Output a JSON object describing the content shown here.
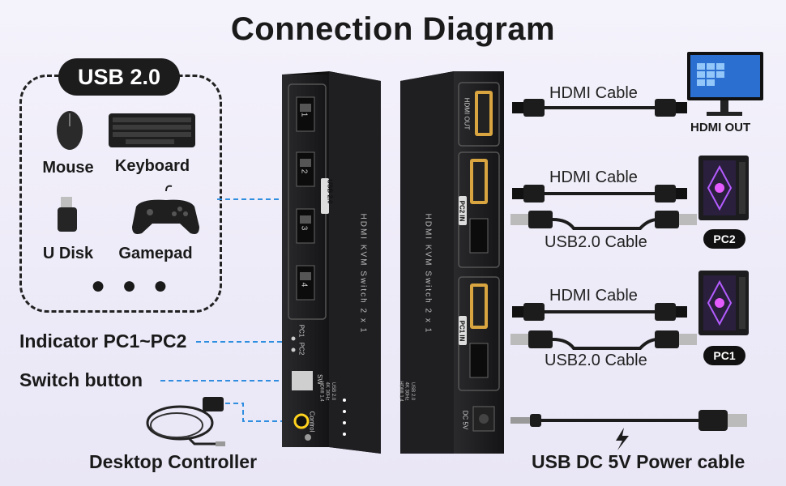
{
  "title": "Connection Diagram",
  "usb_group": {
    "badge": "USB 2.0",
    "devices": [
      {
        "label": "Mouse",
        "icon": "mouse-icon"
      },
      {
        "label": "Keyboard",
        "icon": "keyboard-icon"
      },
      {
        "label": "U Disk",
        "icon": "usb-disk-icon"
      },
      {
        "label": "Gamepad",
        "icon": "gamepad-icon"
      }
    ],
    "more": "● ● ●"
  },
  "left_labels": {
    "indicator": "Indicator PC1~PC2",
    "switch": "Switch button",
    "controller": "Desktop Controller"
  },
  "front_panel": {
    "device_name": "HDMI KVM Switch 2 x 1",
    "usb_label": "USB 2.0",
    "port_numbers": [
      "1",
      "2",
      "3",
      "4"
    ],
    "pc1_led": "PC1",
    "pc2_led": "PC2",
    "sw_label": "SW",
    "control_label": "Control",
    "spec_lines": [
      "USB 2.0",
      "4K 30Hz",
      "HDMI 1.4"
    ]
  },
  "back_panel": {
    "device_name": "HDMI KVM Switch 2 x 1",
    "hdmi_out": "HDMI OUT",
    "pc2_in": "PC2 IN",
    "pc1_in": "PC1 IN",
    "dc_label": "DC 5V",
    "spec_lines": [
      "USB 2.0",
      "4K 30Hz",
      "HDMI 1.4"
    ]
  },
  "right_side": {
    "hdmi_cable_label": "HDMI Cable",
    "usb_cable_label": "USB2.0 Cable",
    "monitor_label": "HDMI OUT",
    "pc2_badge": "PC2",
    "pc1_badge": "PC1"
  },
  "power_label": "USB DC 5V Power cable",
  "colors": {
    "accent_line": "#2f8ee0",
    "device_body": "#1b1b1d",
    "badge_bg": "#1c1c1c",
    "led_glow": "#ffd21f"
  }
}
